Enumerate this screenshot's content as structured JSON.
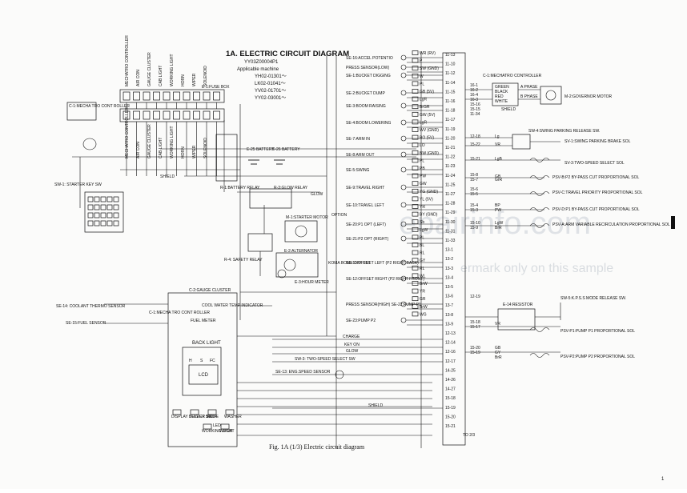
{
  "title": "1A. ELECTRIC CIRCUIT DIAGRAM",
  "part_number": "YY03Z00004P1",
  "applicable_label": "Applicable machine",
  "serials": [
    "YH02-01301〜",
    "LK02-01041〜",
    "YV02-01701〜",
    "YY02-03001〜"
  ],
  "caption": "Fig. 1A (1/3)    Electric circuit diagram",
  "page_number": "1",
  "to_next": "TO 2/3",
  "watermark": "epairinfo.com",
  "watermark_note": "ermark only on this sample",
  "left_components": {
    "fuse_box": "E-1:FUSE BOX",
    "mecha_ctrl": "C-1:MECHA TRO CONT ROLLER",
    "starter_key": "SW-1: STARTER KEY SW",
    "battery1": "E-25 BATTERY",
    "battery2": "E-26 BATTERY",
    "battery_relay": "R-1:BATTERY RELAY",
    "glow_relay": "R-3:GLOW RELAY",
    "glow": "GLOW",
    "starter_motor": "M-1:STARTER MOTOR",
    "alternator": "E-2:ALTERNATOR",
    "safety_relay": "R-4: SAFETY RELAY",
    "hour_meter": "E-3:HOUR METER",
    "gauge_cluster": "C-2:GAUGE CLUSTER",
    "coolant_sensor": "SE-14: COOLANT THERMO SENSOR",
    "fuel_sensor": "SE-15:FUEL SENSOR",
    "water_temp": "COOL WATER TEMP INDICATOR",
    "fuel_meter": "FUEL METER",
    "back_light": "BACK LIGHT",
    "lcd": "LCD",
    "led": "LED",
    "mecha_ctrl2": "C-1:MECHA TRO CONT ROLLER",
    "bottom_buttons": [
      "DISPLAY SELECT SW",
      "BUZZER STOP",
      "MODE",
      "WASHER",
      "WORKING LIGHT",
      "WIPER"
    ],
    "gauge_keys": [
      "H",
      "S",
      "FC"
    ],
    "shield": "SHIELD",
    "option": "OPTION",
    "koma_on": "KOMA BOME OFF SET",
    "fuse_labels": [
      "MECHATRO CONTROLLER",
      "AIR CON",
      "GAUGE CLUSTER",
      "CAB LIGHT",
      "WORKING LIGHT",
      "HORN",
      "WIPER",
      "SOLENOID"
    ]
  },
  "center_signals": [
    "SE-16:ACCEL POTENTIO",
    "PRESS SENSOR(LOW)",
    "SE-1:BUCKET DIGGING",
    "SE-2:BUCKET DUMP",
    "SE-3:BOOM RAISING",
    "SE-4:BOOM LOWERING",
    "SE-7:ARM IN",
    "SE-8:ARM OUT",
    "SE-5:SWING",
    "SE-9:TRAVEL RIGHT",
    "SE-10:TRAVEL LEFT",
    "SE-20:P1 OPT (LEFT)",
    "SE-21:P2 OPT (RIGHT)",
    "SE-11:OFFSET LEFT (P2 RIGHT BACK)",
    "SE-12:OFFSET RIGHT (P2 RIGHT FRONT)",
    "PRESS SENSOR(HIGH) SE-22:PUMP P1",
    "SE-23:PUMP P2"
  ],
  "bottom_signals": [
    "CHARGE",
    "KEY ON",
    "GLOW",
    "SW-3: TWO-SPEED SELECT SW",
    "SE-13: ENG.SPEED SENSOR",
    "SHIELD"
  ],
  "wire_codes": [
    "WR (RV)",
    "P",
    "SW (GND)",
    "W",
    "PL",
    "GB (5V)",
    "LgR",
    "BrGR",
    "GW (5V)",
    "LgR",
    "WV (GND)",
    "BO (5V)",
    "LO",
    "BW (GND)",
    "PL",
    "PB",
    "PW",
    "GW",
    "YG (GND)",
    "YL (5V)",
    "YR",
    "BY (GND)",
    "Sb",
    "LgW",
    "PL",
    "BL",
    "RL",
    "GY",
    "RL",
    "WL",
    "BrW",
    "YR",
    "GR",
    "BrW",
    "WG"
  ],
  "terminals": [
    "11-13",
    "11-10",
    "11-12",
    "11-14",
    "11-15",
    "11-16",
    "11-18",
    "11-17",
    "11-19",
    "11-20",
    "11-21",
    "11-22",
    "11-23",
    "11-24",
    "11-25",
    "11-27",
    "11-28",
    "11-29",
    "11-30",
    "11-31",
    "11-33",
    "13-1",
    "13-2",
    "13-3",
    "13-4",
    "13-5",
    "13-6",
    "13-7",
    "13-8",
    "13-9",
    "12-13",
    "12-14",
    "12-16",
    "12-17",
    "14-25",
    "14-26",
    "14-27",
    "15-18",
    "15-19",
    "15-20",
    "15-21"
  ],
  "right_components": {
    "mecha_ctrl": "C-1:MECHATRO CONTROLLER",
    "a_phase": "A PHASE",
    "b_phase": "B PHASE",
    "shield": "SHIELD",
    "governor": "M-2:GOVERNOR MOTOR",
    "swing_release": "SW-4:SWING PARKING RELEASE SW.",
    "swing_brake": "SV-1:SWING PARKING BRAKE SOL",
    "two_speed": "SV-3:TWO-SPEED SELECT SOL",
    "bypass": "PSV-B:P2 BY-PASS CUT PROPORTIONAL SOL",
    "travel_priority": "PSV-C:TRAVEL PRIORITY PROPORTIONAL SOL",
    "p1_bypass": "PSV-D:P1 BY-PASS CUT PROPORTIONAL SOL",
    "arm_recirc": "PSV-A:ARM VARIABLE RECIRCULATION PROPORTIONAL SOL",
    "kps_release": "SW-5:K.P.S.S MODE RELEASE SW.",
    "resistor": "E-14:RESISTOR",
    "pump_p1": "PSV-P1:PUMP P1 PROPORTIONAL SOL",
    "pump_p2": "PSV-P2:PUMP P2 PROPORTIONAL SOL",
    "right_terms": [
      "16-1",
      "16-2",
      "16-4",
      "16-3",
      "15-16",
      "15-15",
      "11-34",
      "12-18",
      "15-22",
      "15-21",
      "15-8",
      "15-7",
      "15-6",
      "15-5",
      "15-4",
      "15-3",
      "15-10",
      "15-9",
      "12-19",
      "15-18",
      "15-17",
      "15-20",
      "15-19"
    ],
    "right_codes": [
      "GREEN",
      "BLACK",
      "RED",
      "WHITE",
      "Lg",
      "VR",
      "LgB",
      "GB",
      "GrR",
      "BP",
      "PW",
      "LgW",
      "BrR",
      "VR",
      "GB",
      "GY",
      "BrR"
    ]
  }
}
